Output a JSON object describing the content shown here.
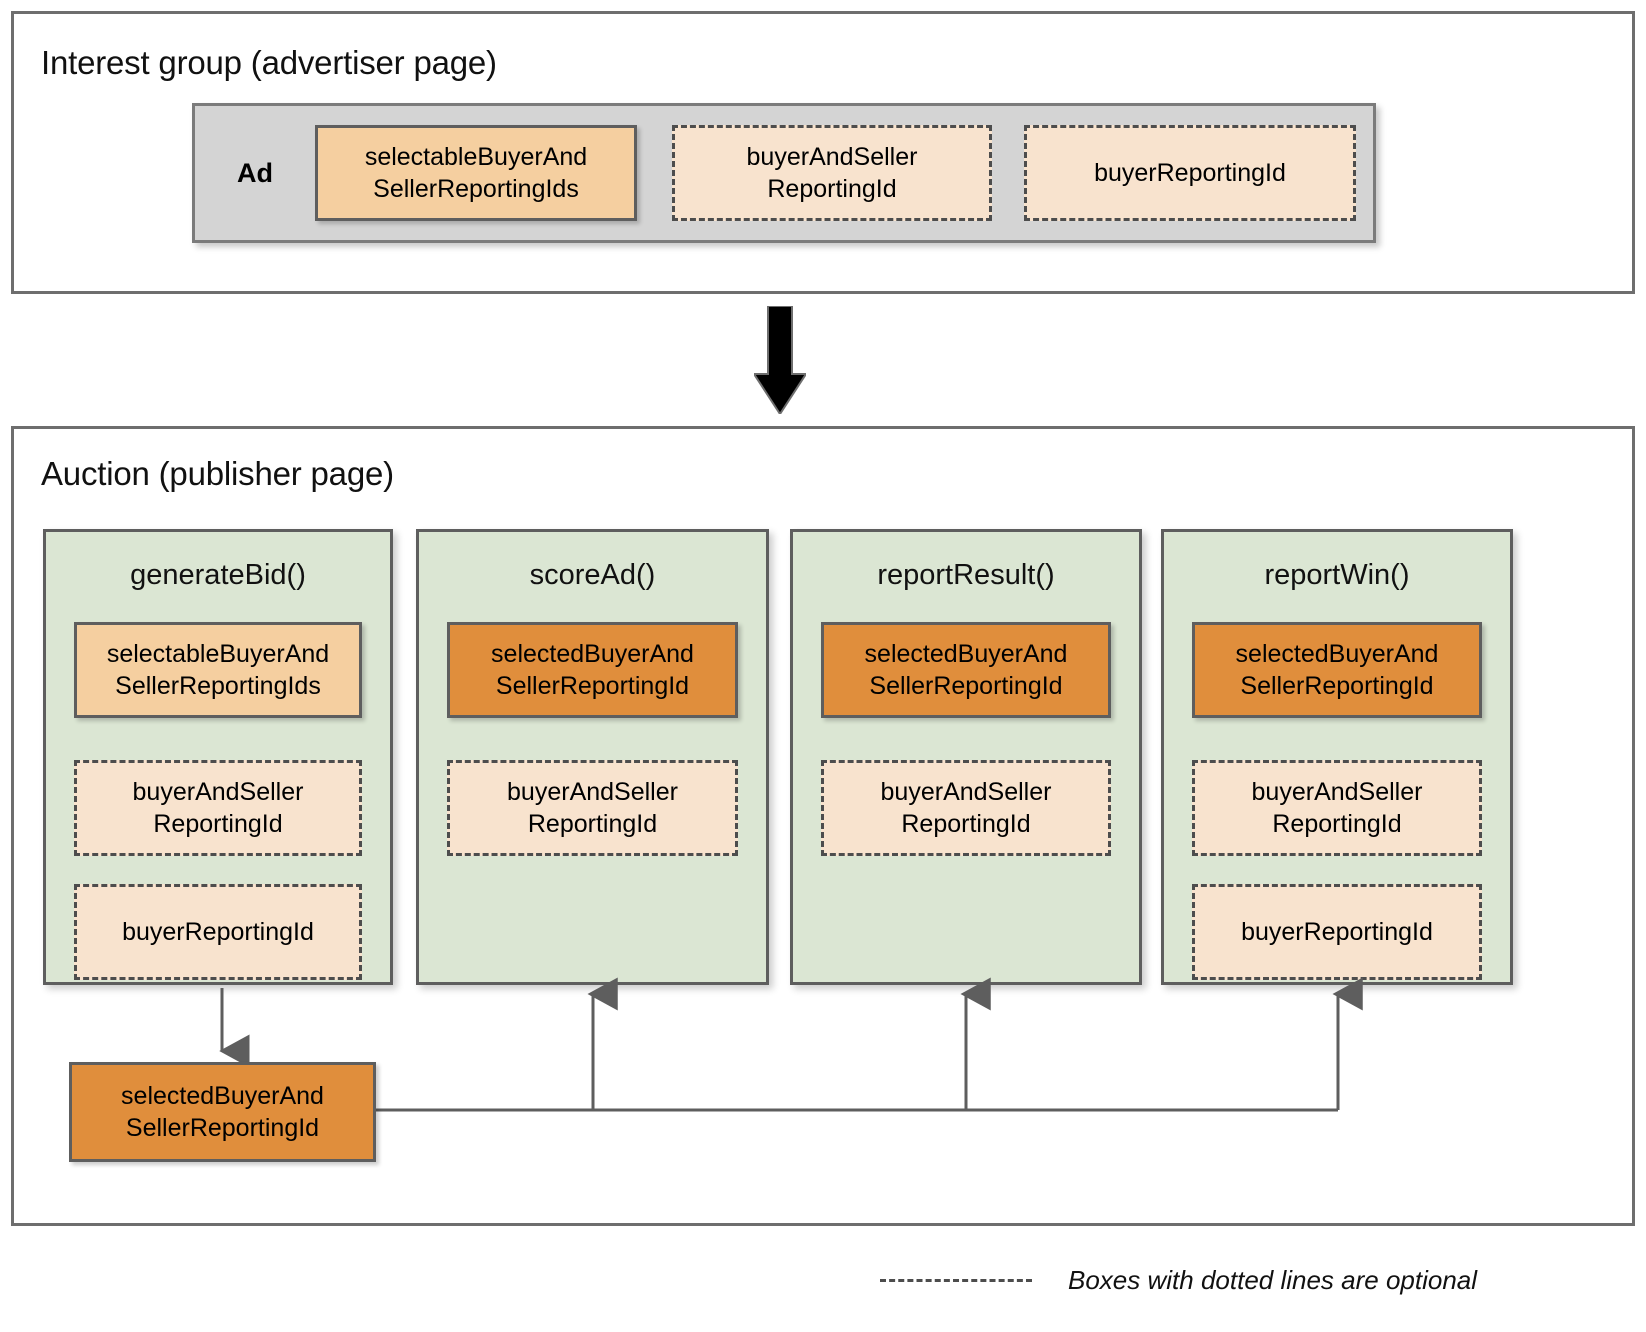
{
  "colors": {
    "panel_border": "#6e6e6e",
    "ad_container_bg": "#d4d4d4",
    "box_light_orange": "#f5cfa0",
    "box_dark_orange": "#e08e3c",
    "box_dashed_bg": "#f8e3ce",
    "fn_column_bg": "#dbe6d3",
    "line": "#5e5e5e",
    "arrow_fill": "#000000"
  },
  "interest_group": {
    "title": "Interest group (advertiser page)",
    "ad": {
      "label": "Ad",
      "boxes": [
        {
          "text": "selectableBuyerAnd\nSellerReportingIds",
          "style": "solid-light",
          "optional": false
        },
        {
          "text": "buyerAndSeller\nReportingId",
          "style": "dashed",
          "optional": true
        },
        {
          "text": "buyerReportingId",
          "style": "dashed",
          "optional": true
        }
      ]
    }
  },
  "flow_arrow": {
    "direction": "down",
    "icon": "down-arrow-icon"
  },
  "auction": {
    "title": "Auction (publisher page)",
    "functions": [
      {
        "name": "generateBid()",
        "boxes": [
          {
            "text": "selectableBuyerAnd\nSellerReportingIds",
            "style": "solid-light",
            "optional": false
          },
          {
            "text": "buyerAndSeller\nReportingId",
            "style": "dashed",
            "optional": true
          },
          {
            "text": "buyerReportingId",
            "style": "dashed",
            "optional": true
          }
        ]
      },
      {
        "name": "scoreAd()",
        "boxes": [
          {
            "text": "selectedBuyerAnd\nSellerReportingId",
            "style": "solid-dark",
            "optional": false
          },
          {
            "text": "buyerAndSeller\nReportingId",
            "style": "dashed",
            "optional": true
          }
        ]
      },
      {
        "name": "reportResult()",
        "boxes": [
          {
            "text": "selectedBuyerAnd\nSellerReportingId",
            "style": "solid-dark",
            "optional": false
          },
          {
            "text": "buyerAndSeller\nReportingId",
            "style": "dashed",
            "optional": true
          }
        ]
      },
      {
        "name": "reportWin()",
        "boxes": [
          {
            "text": "selectedBuyerAnd\nSellerReportingId",
            "style": "solid-dark",
            "optional": false
          },
          {
            "text": "buyerAndSeller\nReportingId",
            "style": "dashed",
            "optional": true
          },
          {
            "text": "buyerReportingId",
            "style": "dashed",
            "optional": true
          }
        ]
      }
    ],
    "selected_output": {
      "text": "selectedBuyerAnd\nSellerReportingId",
      "style": "solid-dark"
    },
    "connections": [
      {
        "from": "generateBid()",
        "to": "selectedBuyerAndSellerReportingId",
        "direction": "down"
      },
      {
        "from": "selectedBuyerAndSellerReportingId",
        "to": "scoreAd()",
        "direction": "up"
      },
      {
        "from": "selectedBuyerAndSellerReportingId",
        "to": "reportResult()",
        "direction": "up"
      },
      {
        "from": "selectedBuyerAndSellerReportingId",
        "to": "reportWin()",
        "direction": "up"
      }
    ]
  },
  "legend": {
    "text": "Boxes with dotted lines are optional"
  }
}
